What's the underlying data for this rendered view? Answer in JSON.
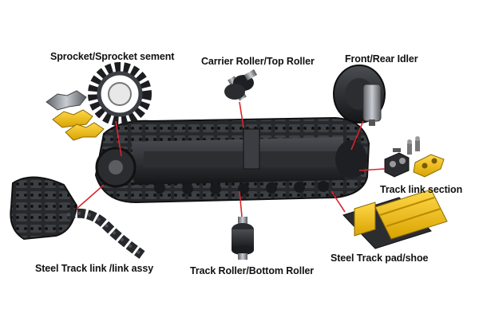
{
  "labels": {
    "sprocket": "Sprocket/Sprocket sement",
    "carrier_roller": "Carrier Roller/Top Roller",
    "idler": "Front/Rear Idler",
    "track_link_section": "Track link section",
    "steel_track_link": "Steel Track link /link assy",
    "track_roller": "Track Roller/Bottom Roller",
    "track_pad": "Steel Track pad/shoe"
  },
  "colors": {
    "pointer": "#d8262c",
    "segment_yellow": "#f2c21b",
    "part_dark": "#1f2023",
    "part_steel": "#8a8f96"
  }
}
